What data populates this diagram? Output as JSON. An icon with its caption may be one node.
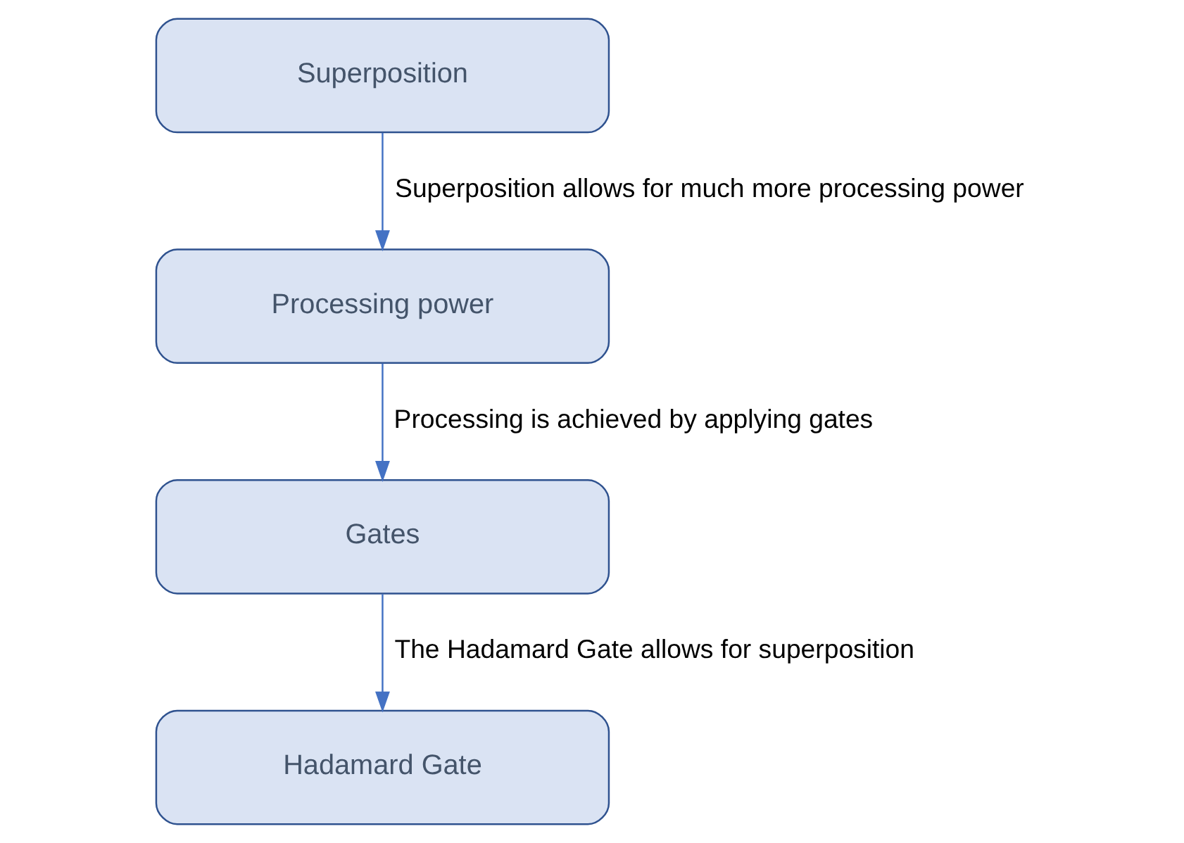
{
  "diagram": {
    "nodes": [
      {
        "text": [
          "Superposition"
        ]
      },
      {
        "text": [
          "Processing power"
        ]
      },
      {
        "text": [
          "Gates"
        ]
      },
      {
        "text": [
          "Hadamard Gate"
        ]
      }
    ],
    "edges": [
      {
        "from": 0,
        "to": 1,
        "arrow": "to",
        "label": "Superposition allows for much more processing power"
      },
      {
        "from": 1,
        "to": 2,
        "arrow": "to",
        "label": "Processing is achieved by applying gates"
      },
      {
        "from": 2,
        "to": 3,
        "arrow": "to",
        "label": "The Hadamard Gate allows for superposition"
      }
    ]
  }
}
